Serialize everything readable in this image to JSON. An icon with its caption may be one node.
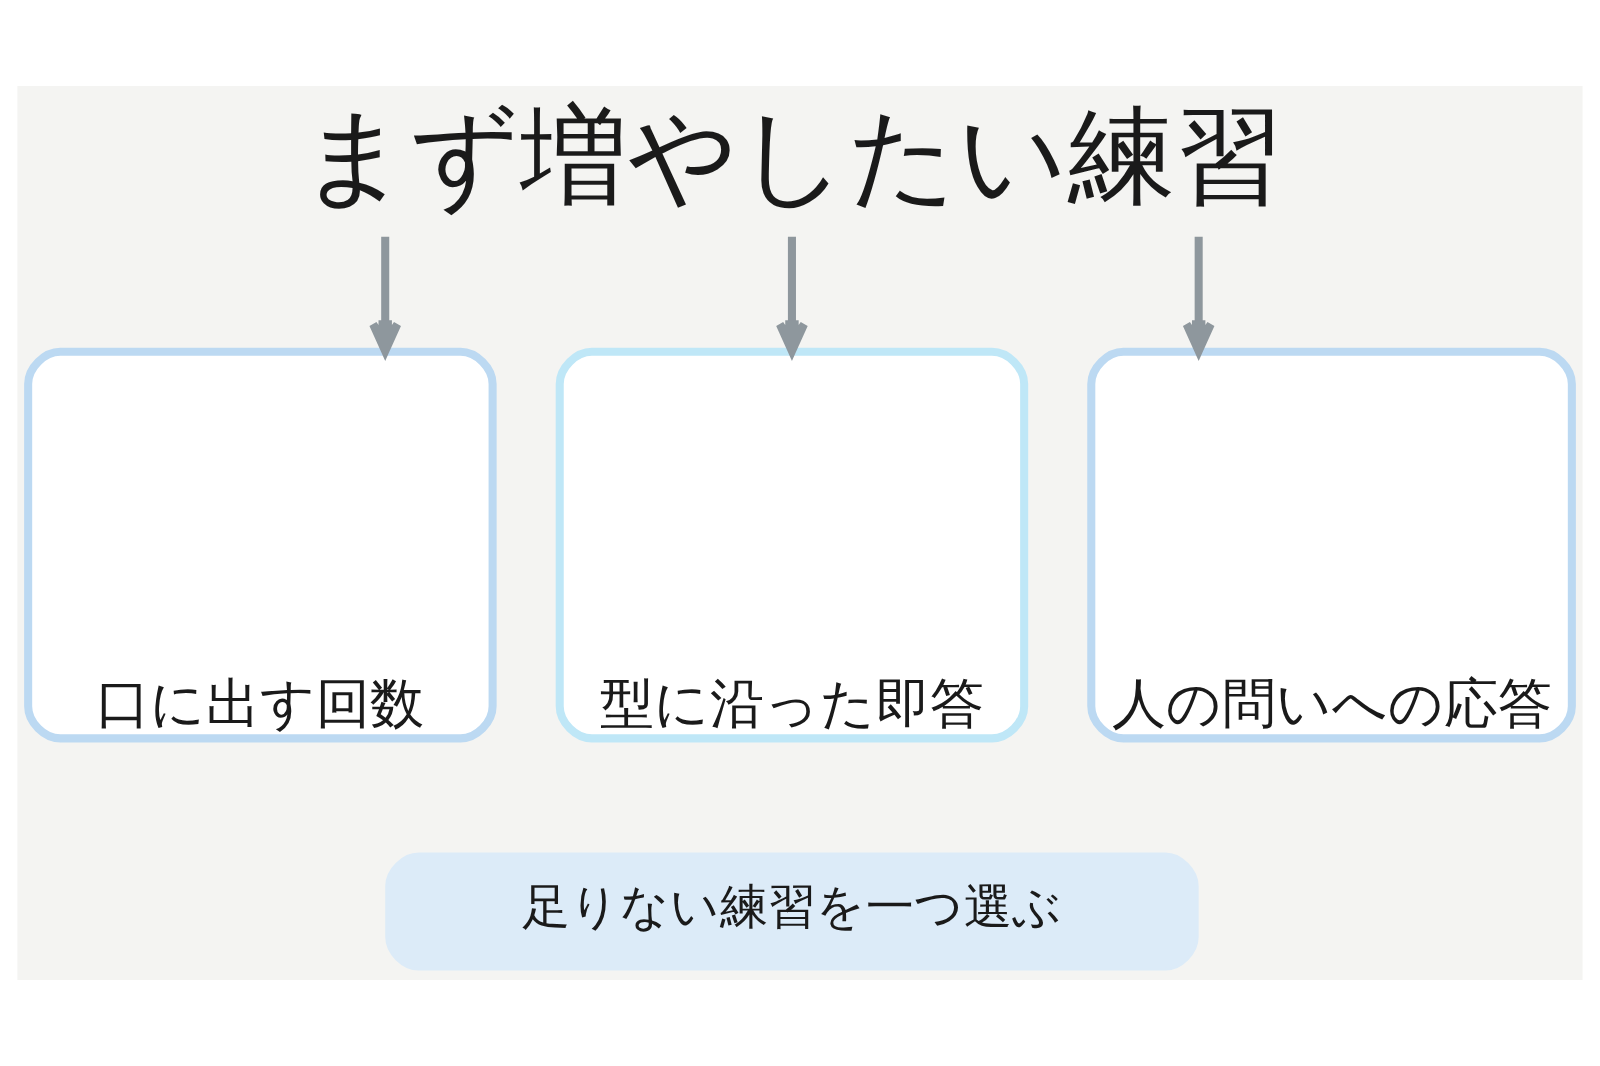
{
  "diagram": {
    "nodes": [
      {
        "text": [
          "まず増やしたい練習"
        ]
      },
      {
        "text": [
          "口に出す回数"
        ]
      },
      {
        "text": [
          "型に沿った即答"
        ]
      },
      {
        "text": [
          "人の問いへの応答"
        ]
      },
      {
        "text": [
          "足りない練習を一つ選ぶ"
        ]
      }
    ],
    "edges": [
      {
        "from": 0,
        "to": 1,
        "arrow": "to"
      },
      {
        "from": 0,
        "to": 2,
        "arrow": "to"
      },
      {
        "from": 0,
        "to": 3,
        "arrow": "to"
      }
    ]
  }
}
